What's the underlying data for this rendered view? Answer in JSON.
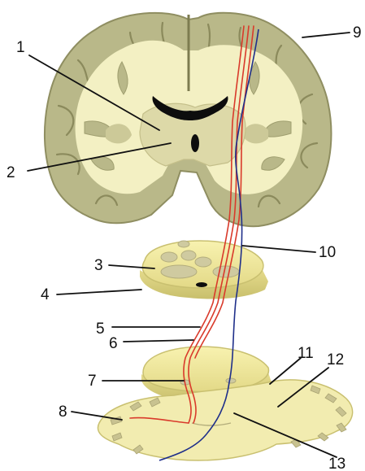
{
  "diagram": {
    "callouts": [
      {
        "id": "1",
        "label": "1"
      },
      {
        "id": "2",
        "label": "2"
      },
      {
        "id": "3",
        "label": "3"
      },
      {
        "id": "4",
        "label": "4"
      },
      {
        "id": "5",
        "label": "5"
      },
      {
        "id": "6",
        "label": "6"
      },
      {
        "id": "7",
        "label": "7"
      },
      {
        "id": "8",
        "label": "8"
      },
      {
        "id": "9",
        "label": "9"
      },
      {
        "id": "10",
        "label": "10"
      },
      {
        "id": "11",
        "label": "11"
      },
      {
        "id": "12",
        "label": "12"
      },
      {
        "id": "13",
        "label": "13"
      }
    ],
    "colors": {
      "gray_matter": "#b9b889",
      "gray_matter_dark": "#8f8e61",
      "white_matter": "#f3f0c3",
      "nucleus": "#ddd9a8",
      "section_yellow": "#f2eb9a",
      "section_edge": "#c9c070",
      "pathway_red": "#d93a2b",
      "pathway_blue": "#1f2f8a",
      "ventricle": "#0d0d0d"
    }
  }
}
